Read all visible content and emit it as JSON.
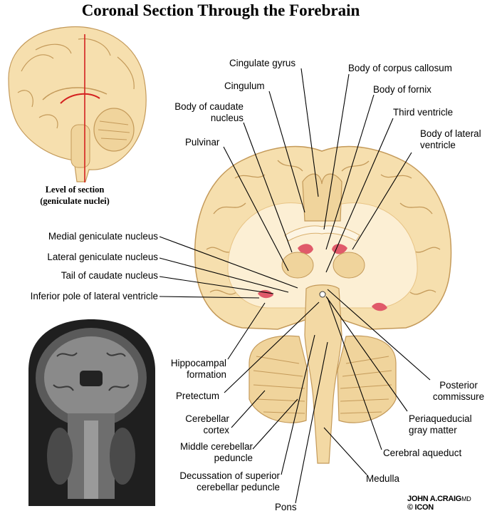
{
  "title": "Coronal Section Through the Forebrain",
  "inset": {
    "level_line1": "Level of section",
    "level_line2": "(geniculate nuclei)"
  },
  "labels": {
    "cingulate_gyrus": "Cingulate gyrus",
    "body_corpus_callosum": "Body of corpus callosum",
    "cingulum": "Cingulum",
    "body_fornix": "Body of fornix",
    "body_caudate_1": "Body of caudate",
    "body_caudate_2": "nucleus",
    "third_ventricle": "Third ventricle",
    "body_lat_vent_1": "Body of lateral",
    "body_lat_vent_2": "ventricle",
    "pulvinar": "Pulvinar",
    "medial_geniculate": "Medial geniculate nucleus",
    "lateral_geniculate": "Lateral  geniculate nucleus",
    "tail_caudate": "Tail of caudate nucleus",
    "inferior_pole": "Inferior pole of lateral ventricle",
    "hippocampal_1": "Hippocampal",
    "hippocampal_2": "formation",
    "pretectum": "Pretectum",
    "cerebellar_cortex_1": "Cerebellar",
    "cerebellar_cortex_2": "cortex",
    "middle_cerebellar_1": "Middle cerebellar",
    "middle_cerebellar_2": "peduncle",
    "decussation_1": "Decussation of superior",
    "decussation_2": "cerebellar peduncle",
    "pons": "Pons",
    "medulla": "Medulla",
    "cerebral_aqueduct": "Cerebral aqueduct",
    "periaqueducial_1": "Periaqueducial",
    "periaqueducial_2": "gray matter",
    "posterior_commissure_1": "Posterior",
    "posterior_commissure_2": "commissure"
  },
  "credit": {
    "artist": "JOHN A.CRAIG",
    "suffix": "MD",
    "mark": "© ICON"
  },
  "colors": {
    "tissue": "#f6dfae",
    "tissue_dark": "#e8c486",
    "white_matter": "#fcefd4",
    "section_line": "#d4201f",
    "ventricle": "#e05a6a",
    "mri_bg": "#1a1a1a"
  }
}
